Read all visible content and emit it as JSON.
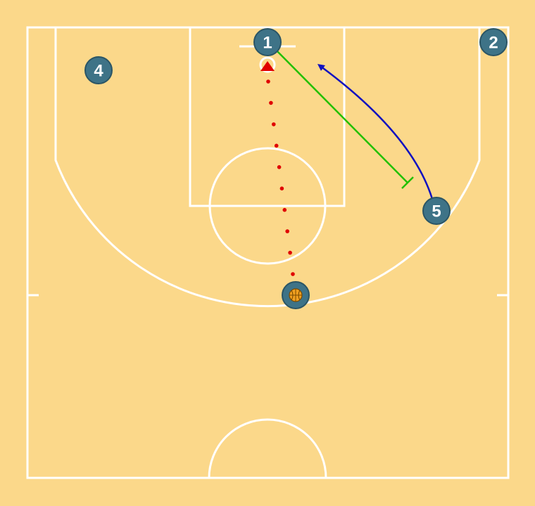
{
  "diagram": {
    "colors": {
      "court_background": "#fbd88a",
      "court_lines": "#ffffff",
      "player_fill": "#3e7387",
      "player_outline": "#2b5565",
      "dribble_path": "#e00000",
      "screen_line": "#22c000",
      "cut_path": "#1010c0",
      "ball": "#f0a020"
    },
    "players": [
      {
        "id": "p1",
        "label": "1"
      },
      {
        "id": "p2",
        "label": "2"
      },
      {
        "id": "p3",
        "label": "",
        "has_ball": true
      },
      {
        "id": "p4",
        "label": "4"
      },
      {
        "id": "p5",
        "label": "5"
      }
    ],
    "actions": [
      {
        "type": "dribble",
        "from": "p3",
        "to": "basket"
      },
      {
        "type": "screen",
        "from": "p1",
        "toward": "p5"
      },
      {
        "type": "cut",
        "from": "p5",
        "toward": "basket-area"
      }
    ]
  }
}
